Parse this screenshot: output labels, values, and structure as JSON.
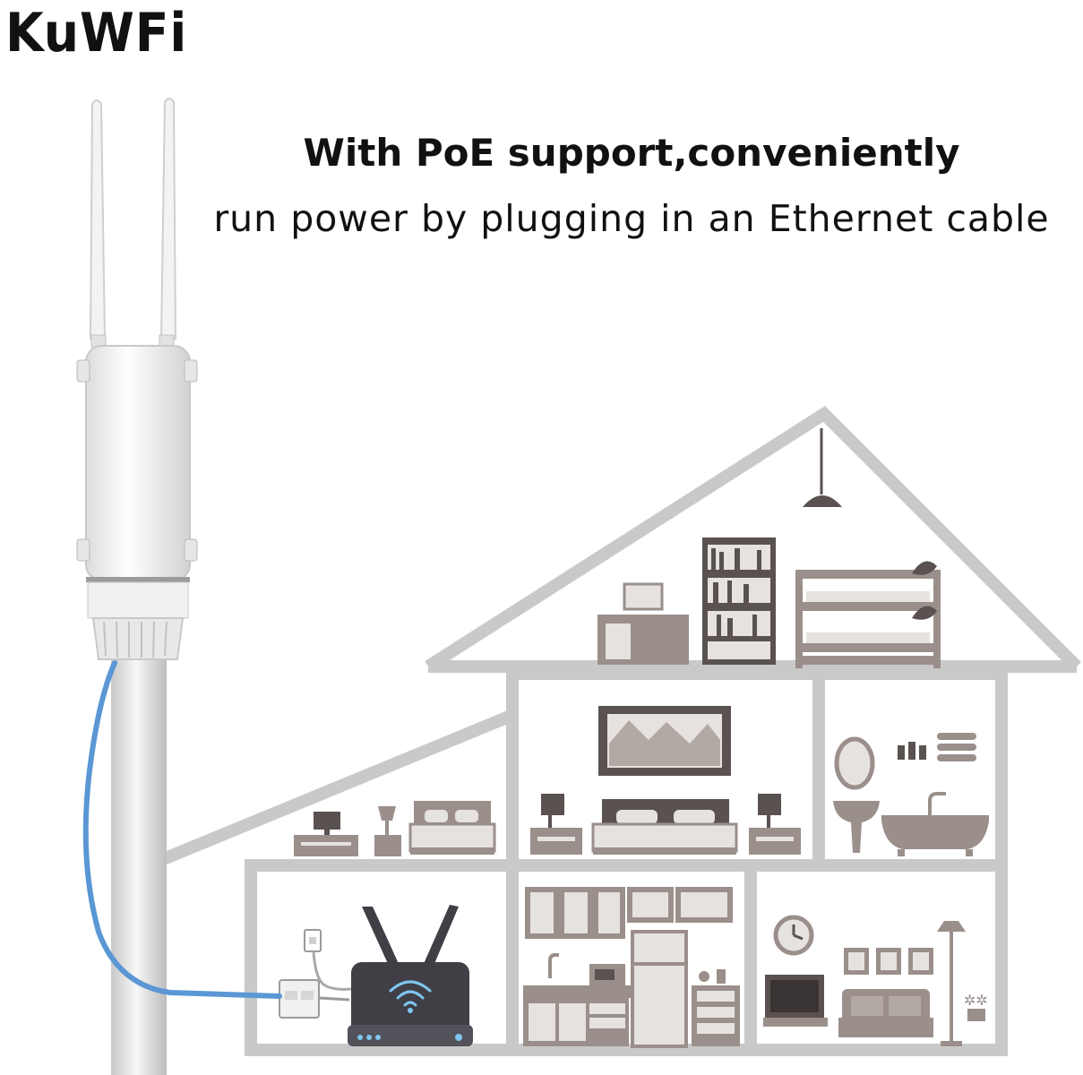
{
  "brand": {
    "logo_text": "KuWFi"
  },
  "headline": {
    "line1": "With PoE support,conveniently",
    "line2": "run power by plugging in an Ethernet cable"
  },
  "colors": {
    "house_outline": "#c9c9c9",
    "furniture": "#9a8f8a",
    "furniture_light": "#e6e2df",
    "cable": "#5a97d4",
    "router_body": "#3f3f45",
    "wifi_signal": "#7fc6f0",
    "device_white": "#f1f1f1"
  },
  "icons": {
    "device": "outdoor-wifi-access-point",
    "router": "wifi-router-icon",
    "poe_injector": "poe-injector-icon",
    "wall_socket": "wall-socket-icon"
  }
}
